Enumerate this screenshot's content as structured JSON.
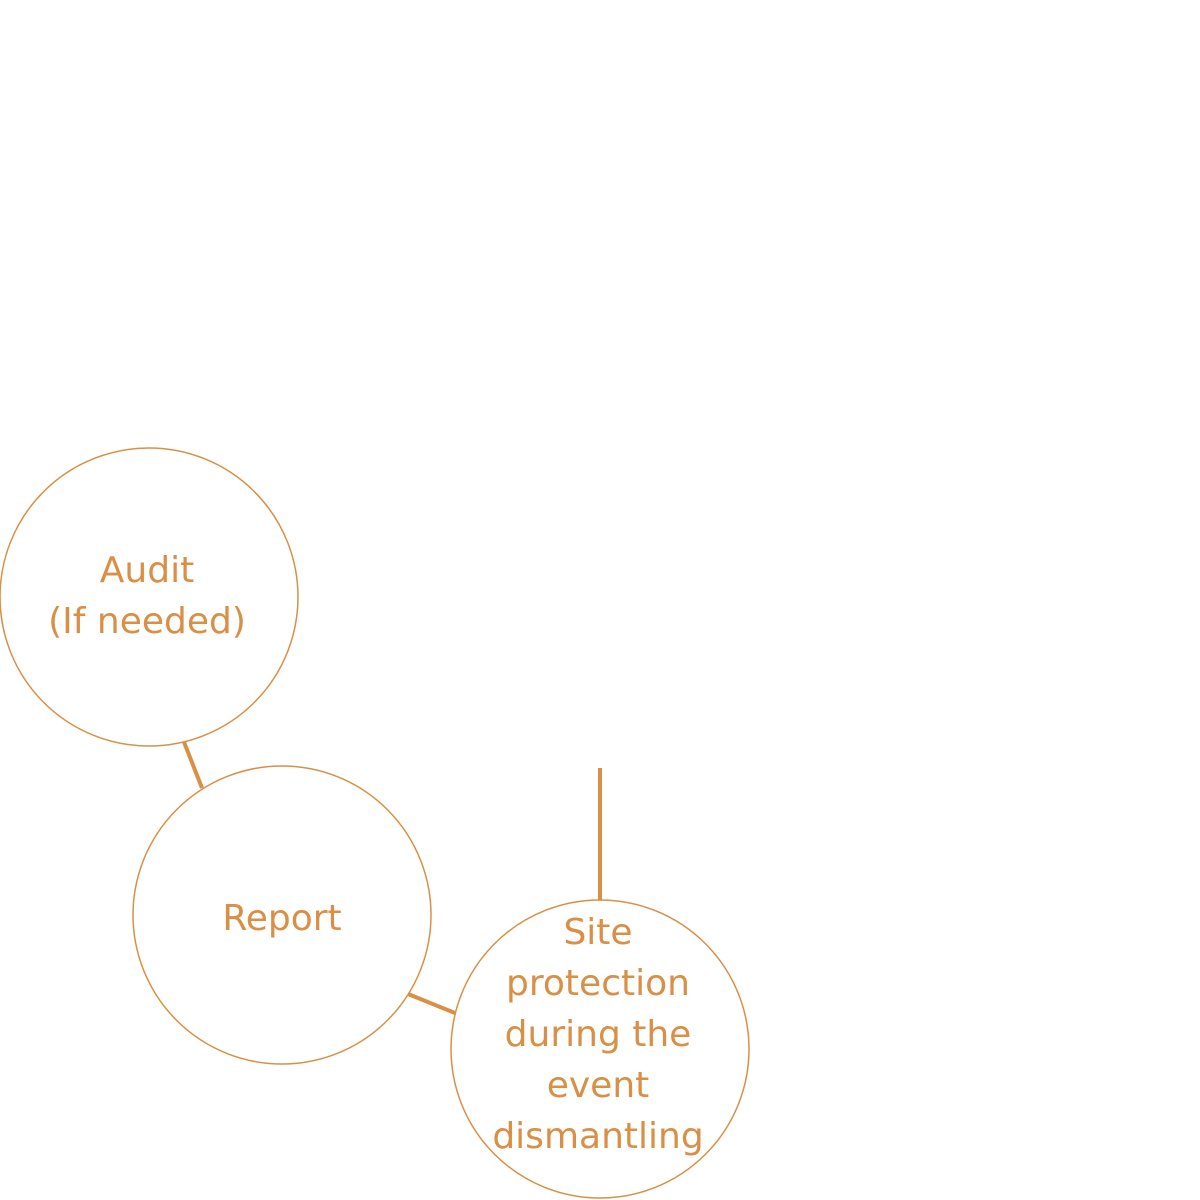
{
  "accent_color": "#d98f45",
  "nodes": {
    "audit": {
      "lines": [
        "Audit",
        "(If needed)"
      ]
    },
    "report": {
      "lines": [
        "Report"
      ]
    },
    "site_protection": {
      "lines": [
        "Site",
        "protection",
        "during the",
        "event",
        "dismantling"
      ]
    }
  }
}
